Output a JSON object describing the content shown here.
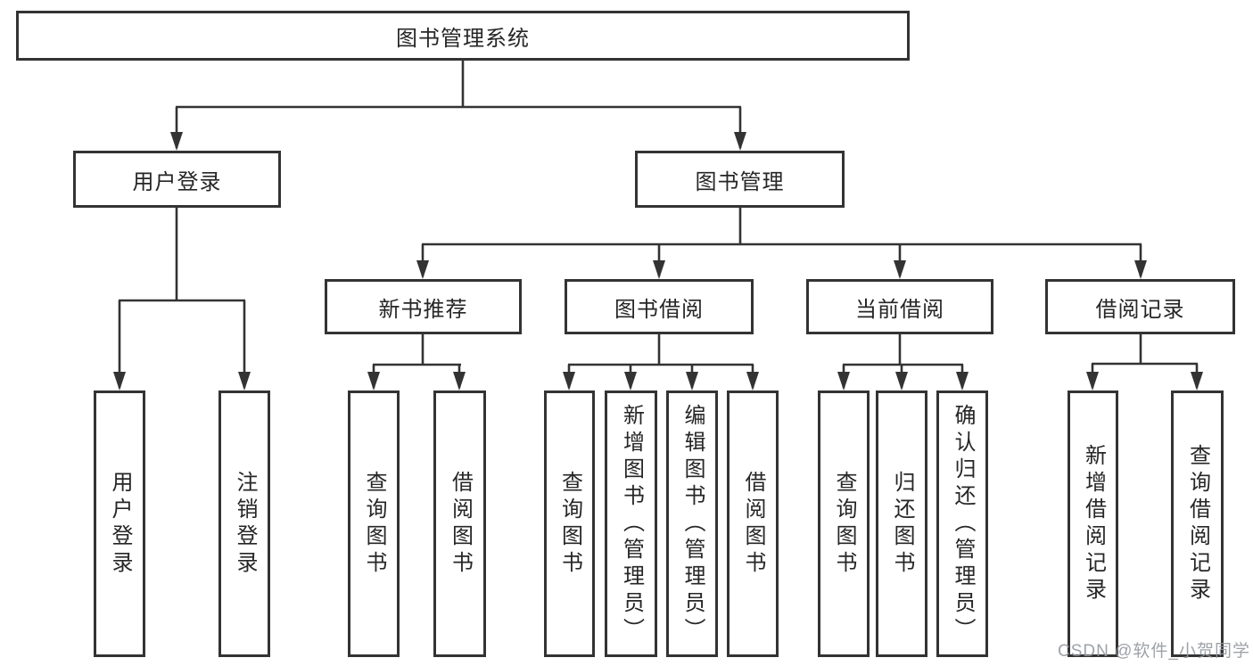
{
  "tree": {
    "root": {
      "label": "图书管理系统"
    },
    "branches": [
      {
        "label": "用户登录",
        "children": [
          {
            "label": "用户登录"
          },
          {
            "label": "注销登录"
          }
        ]
      },
      {
        "label": "图书管理",
        "children": [
          {
            "label": "新书推荐",
            "children": [
              {
                "label": "查询图书"
              },
              {
                "label": "借阅图书"
              }
            ]
          },
          {
            "label": "图书借阅",
            "children": [
              {
                "label": "查询图书"
              },
              {
                "label": "新增图书（管理员）"
              },
              {
                "label": "编辑图书（管理员）"
              },
              {
                "label": "借阅图书"
              }
            ]
          },
          {
            "label": "当前借阅",
            "children": [
              {
                "label": "查询图书"
              },
              {
                "label": "归还图书"
              },
              {
                "label": "确认归还（管理员）"
              }
            ]
          },
          {
            "label": "借阅记录",
            "children": [
              {
                "label": "新增借阅记录"
              },
              {
                "label": "查询借阅记录"
              }
            ]
          }
        ]
      }
    ]
  },
  "watermark": "CSDN @软件_小贺同学",
  "colors": {
    "line": "#333333",
    "text": "#262626",
    "watermark": "#94989e"
  }
}
